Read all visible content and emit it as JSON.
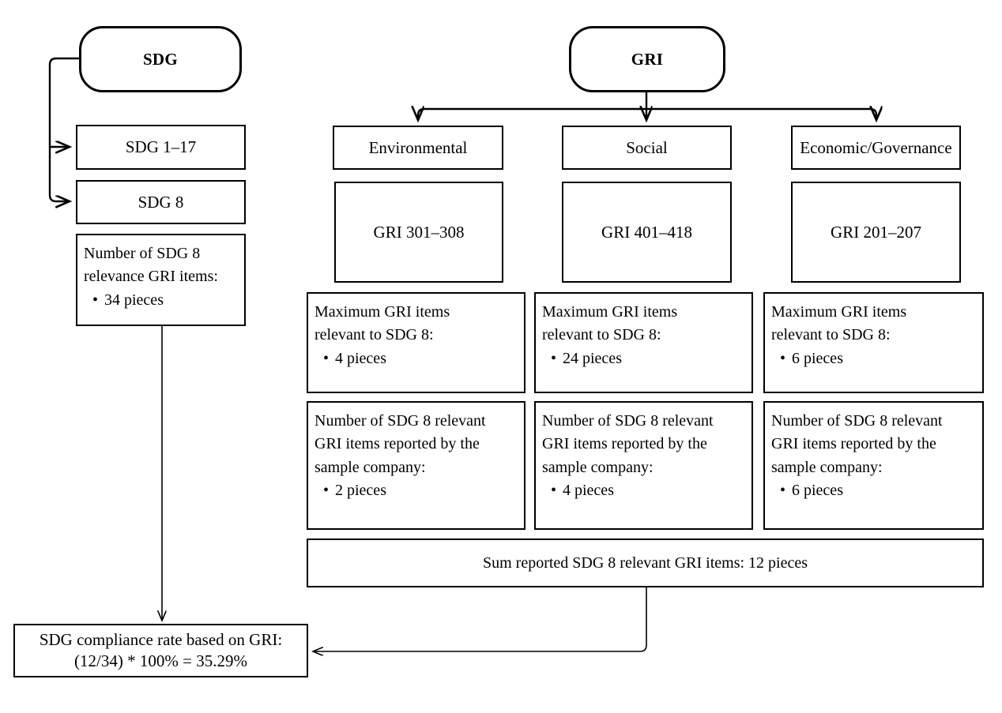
{
  "diagram": {
    "left_column": {
      "root": {
        "label": "SDG"
      },
      "items": [
        {
          "label": "SDG 1–17"
        },
        {
          "label": "SDG 8"
        }
      ],
      "summary": {
        "line1": "Number of SDG 8",
        "line2": "relevance GRI items:",
        "bullet": "34 pieces",
        "bullet_glyph": "•"
      }
    },
    "right_column": {
      "root": {
        "label": "GRI"
      },
      "categories": [
        {
          "name": "Environmental",
          "gri_range": "GRI 301–308",
          "maximum": {
            "line1": "Maximum GRI items",
            "line2": "relevant to SDG 8:",
            "bullet": "4 pieces"
          },
          "reported": {
            "line1": "Number of SDG 8 relevant",
            "line2": "GRI items reported by the",
            "line3": "sample company:",
            "bullet": "2 pieces"
          }
        },
        {
          "name": "Social",
          "gri_range": "GRI 401–418",
          "maximum": {
            "line1": "Maximum GRI items",
            "line2": "relevant to SDG 8:",
            "bullet": "24 pieces"
          },
          "reported": {
            "line1": "Number of SDG 8 relevant",
            "line2": "GRI items reported by the",
            "line3": "sample company:",
            "bullet": "4 pieces"
          }
        },
        {
          "name": "Economic/Governance",
          "gri_range": "GRI 201–207",
          "maximum": {
            "line1": "Maximum GRI items",
            "line2": "relevant to SDG 8:",
            "bullet": "6 pieces"
          },
          "reported": {
            "line1": "Number of SDG 8 relevant",
            "line2": "GRI items reported by the",
            "line3": "sample company:",
            "bullet": "6 pieces"
          }
        }
      ],
      "sum": {
        "label": "Sum reported SDG 8 relevant GRI items: 12 pieces"
      }
    },
    "result": {
      "line1": "SDG compliance rate based on GRI:",
      "line2": "(12/34) * 100% = 35.29%"
    },
    "bullet_glyph": "•",
    "colors": {
      "stroke": "#000000",
      "background": "#ffffff",
      "text": "#000000"
    }
  }
}
